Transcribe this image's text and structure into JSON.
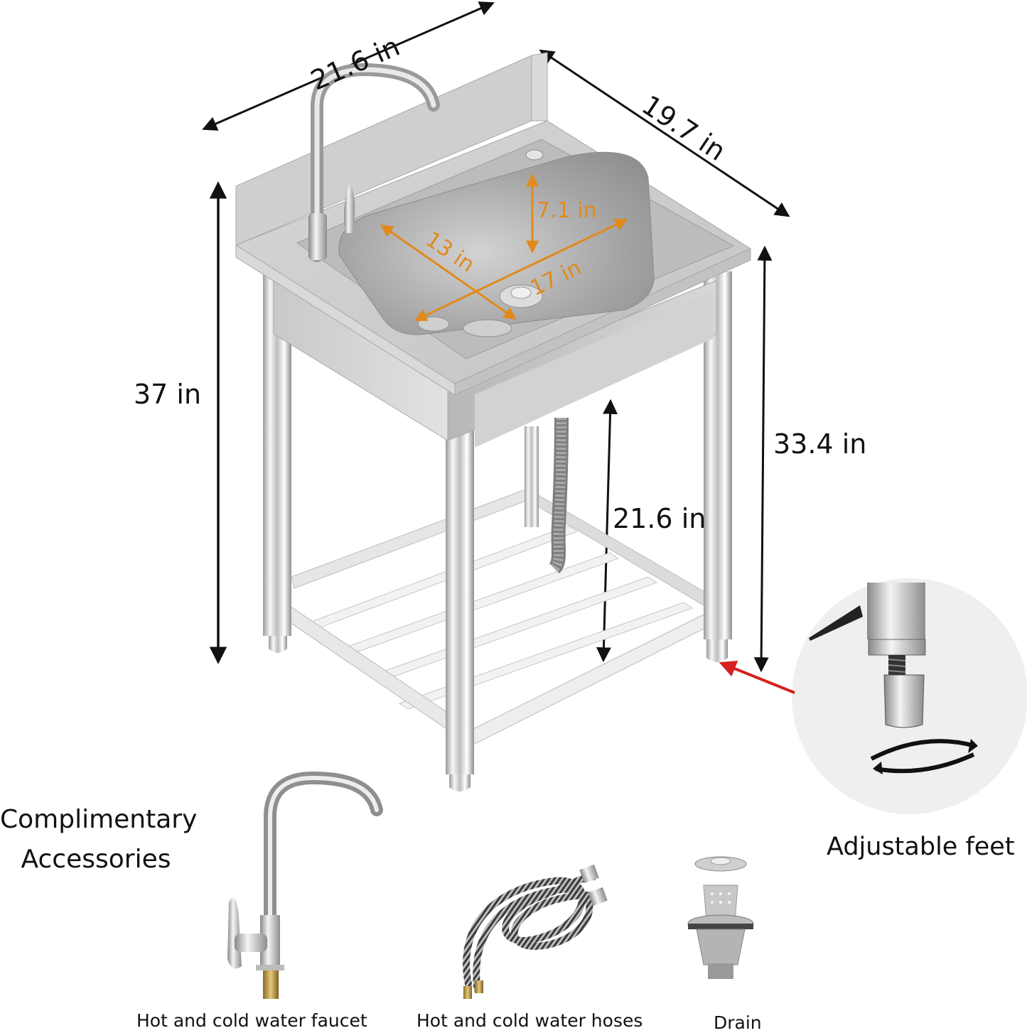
{
  "product": {
    "name": "Stainless steel freestanding utility sink",
    "colors": {
      "dimension_text": "#111111",
      "inner_dimension_accent": "#e08a1c",
      "pointer_arrow": "#d42020",
      "steel_light": "#e4e4e4",
      "steel_mid": "#b9b9b9",
      "steel_dark": "#8a8a8a",
      "inset_background": "#f0efee"
    }
  },
  "dimensions": {
    "overall_width": "21.6 in",
    "overall_depth": "19.7 in",
    "overall_height": "37 in",
    "counter_height": "33.4 in",
    "shelf_clearance": "21.6 in",
    "basin_depth": "7.1 in",
    "basin_width": "13 in",
    "basin_length": "17 in"
  },
  "feature_callout": {
    "label": "Adjustable feet",
    "icon": "rotate-arrows-icon"
  },
  "accessories": {
    "title_line1": "Complimentary",
    "title_line2": "Accessories",
    "items": [
      {
        "label": "Hot and cold water faucet",
        "icon": "faucet-icon"
      },
      {
        "label": "Hot and cold water hoses",
        "icon": "braided-hose-icon"
      },
      {
        "label": "Drain",
        "icon": "drain-strainer-icon"
      }
    ]
  }
}
